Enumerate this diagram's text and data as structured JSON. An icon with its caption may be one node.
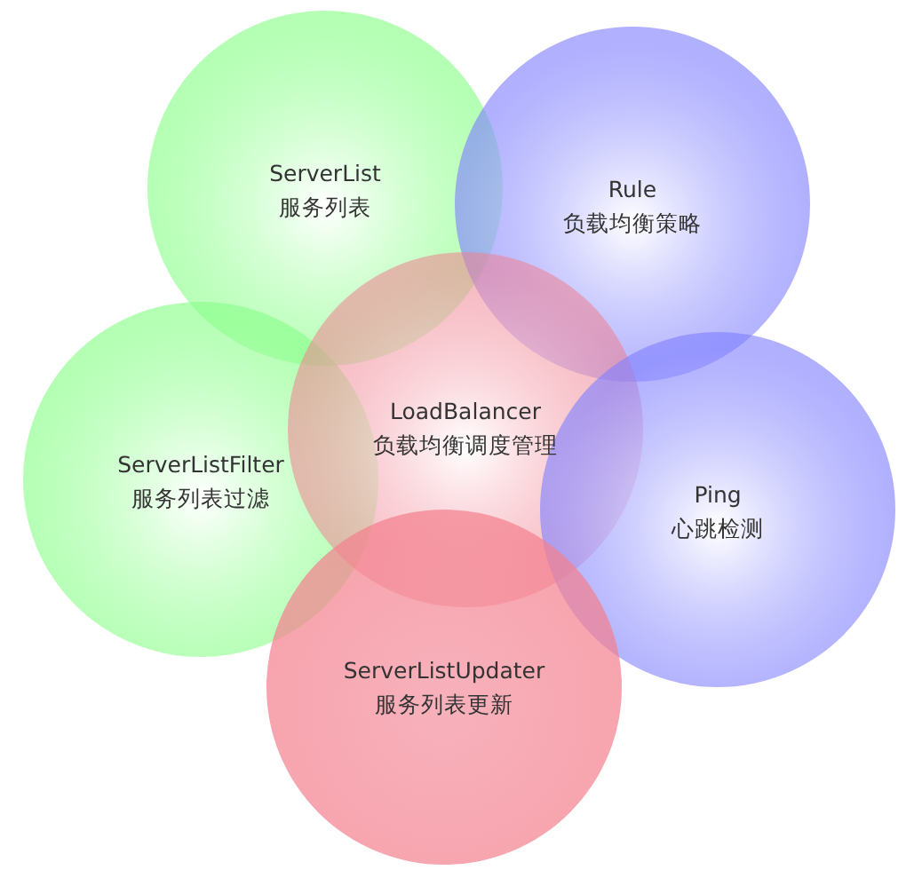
{
  "diagram": {
    "nodes": [
      {
        "text": [
          "ServerList",
          "服务列表"
        ]
      },
      {
        "text": [
          "Rule",
          "负载均衡策略"
        ]
      },
      {
        "text": [
          "ServerListFilter",
          "服务列表过滤"
        ]
      },
      {
        "text": [
          "LoadBalancer",
          "负载均衡调度管理"
        ]
      },
      {
        "text": [
          "Ping",
          "心跳检测"
        ]
      },
      {
        "text": [
          "ServerListUpdater",
          "服务列表更新"
        ]
      }
    ]
  }
}
